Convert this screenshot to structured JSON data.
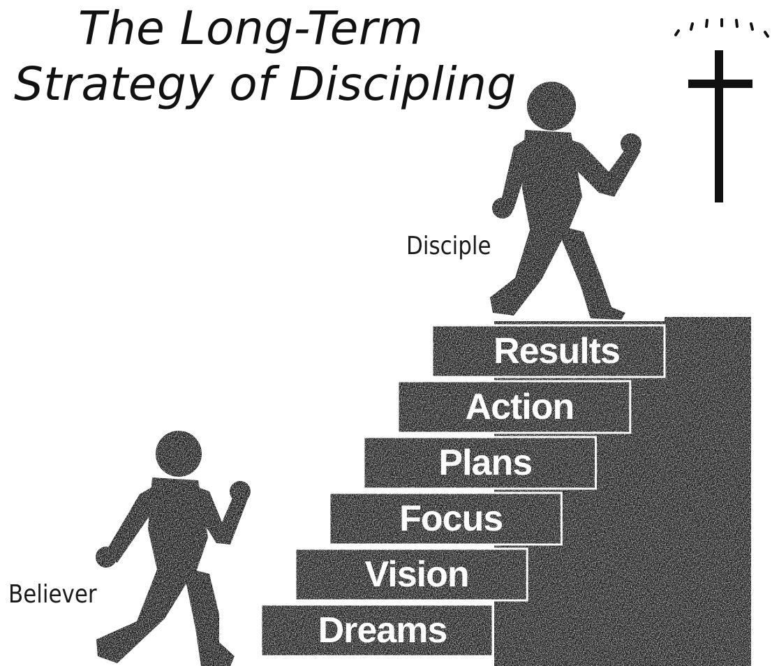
{
  "title": {
    "line1": "The Long-Term",
    "line2": "Strategy of Discipling"
  },
  "figures": {
    "disciple_label": "Disciple",
    "believer_label": "Believer"
  },
  "steps": [
    {
      "label": "Dreams"
    },
    {
      "label": "Vision"
    },
    {
      "label": "Focus"
    },
    {
      "label": "Plans"
    },
    {
      "label": "Action"
    },
    {
      "label": "Results"
    }
  ],
  "colors": {
    "ink": "#111111",
    "step_fill": "#1c1c1c",
    "step_text": "#ffffff",
    "background": "#ffffff"
  },
  "icons": [
    "cross-icon",
    "radiance-icon",
    "walking-person-icon"
  ]
}
